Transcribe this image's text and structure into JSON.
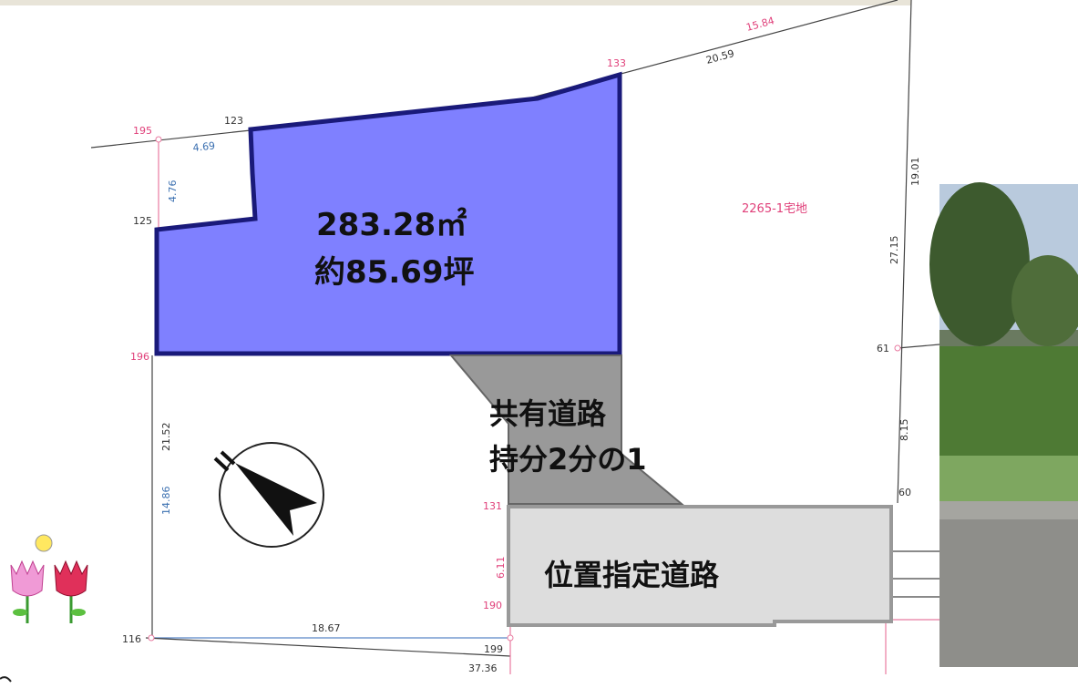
{
  "colors": {
    "plot_fill": "#7f80ff",
    "plot_border": "#1a1a7a",
    "shared_road_fill": "#999999",
    "designated_road_fill": "#dddddd"
  },
  "plot": {
    "area_m2": "283.28㎡",
    "area_tsubo": "約85.69坪"
  },
  "shared_road": {
    "line1": "共有道路",
    "line2": "持分2分の1"
  },
  "designated_road": {
    "label": "位置指定道路"
  },
  "neighbor": {
    "label": "2265-1宅地"
  },
  "points": {
    "p195": "195",
    "p123": "123",
    "p133": "133",
    "p125": "125",
    "p196": "196",
    "p131": "131",
    "p190": "190",
    "p116": "116",
    "p199": "199",
    "p61": "61",
    "p60": "60"
  },
  "distances": {
    "d1584": "15.84",
    "d2059": "20.59",
    "d469": "4.69",
    "d476": "4.76",
    "d2152": "21.52",
    "d1486": "14.86",
    "d611": "6.11",
    "d1867": "18.67",
    "d3736": "37.36",
    "d1901": "19.01",
    "d2715": "27.15",
    "d815": "8.15"
  },
  "icons": {
    "north_arrow": "compass-north-arrow-icon",
    "tulips": "tulip-decoration-icon",
    "photo": "site-photo-thumbnail"
  }
}
